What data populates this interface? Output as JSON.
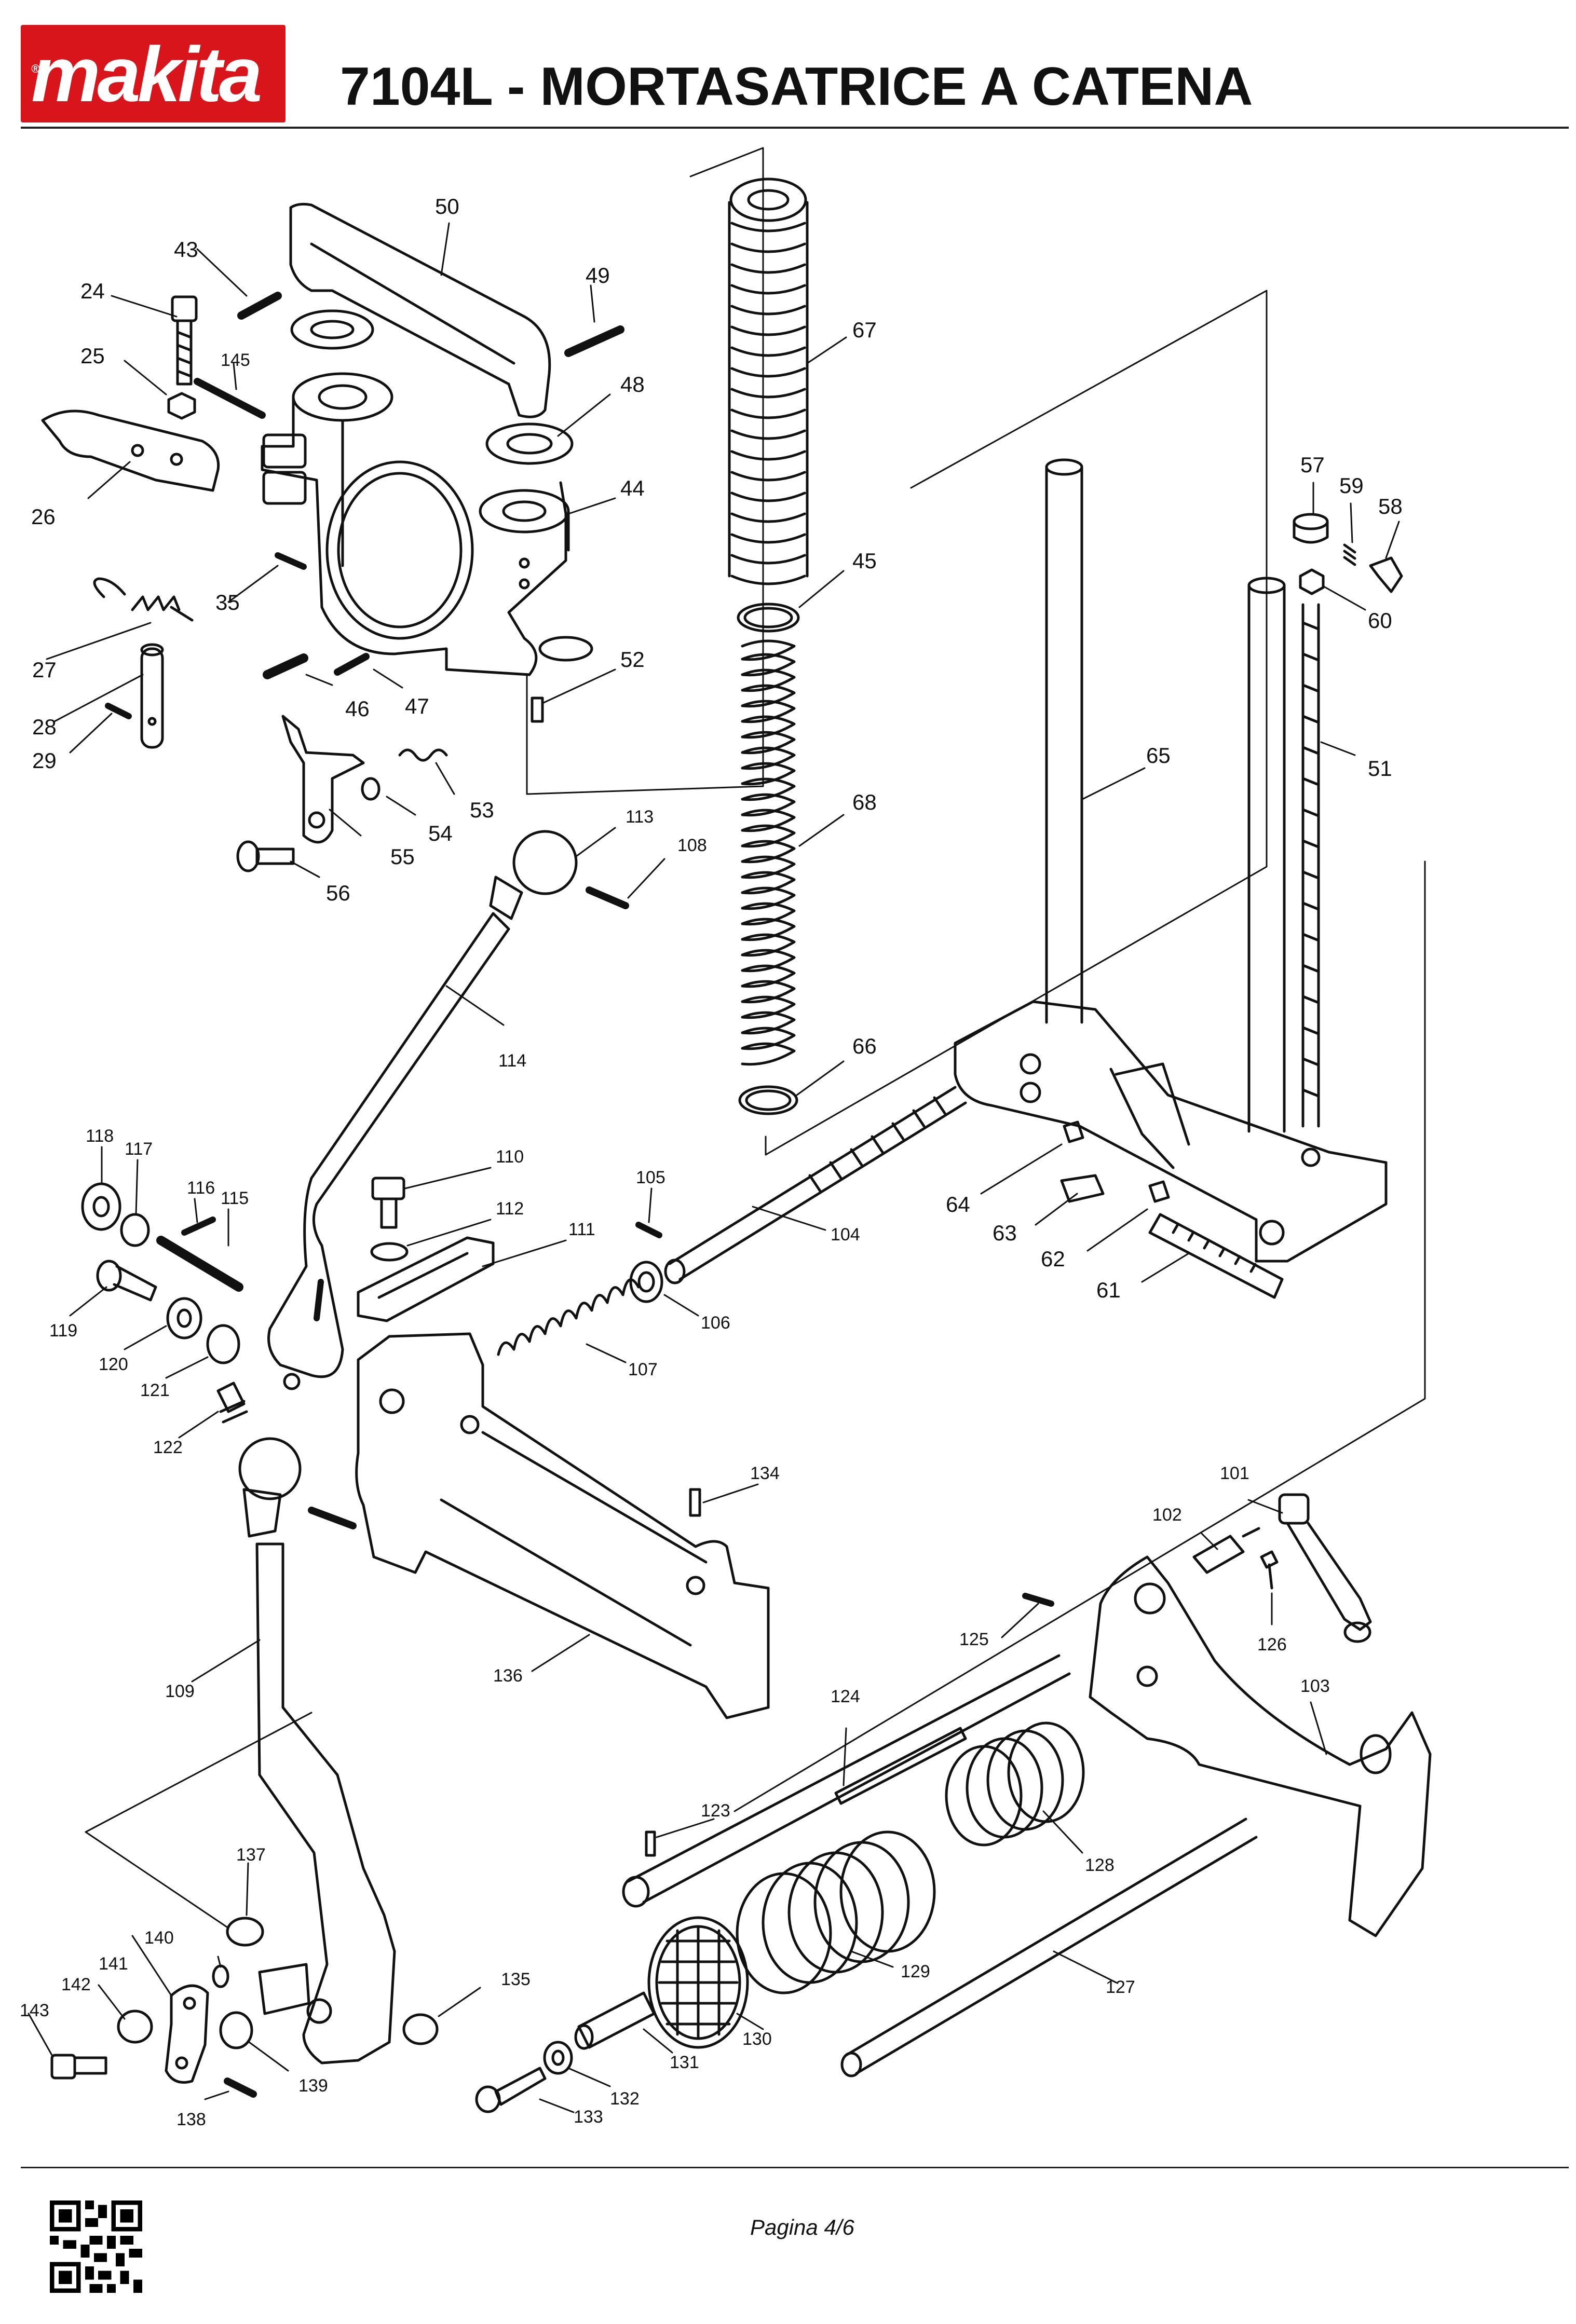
{
  "brand": "makita",
  "title": "7104L - MORTASATRICE A CATENA",
  "footer": "Pagina 4/6",
  "colors": {
    "brand_red": "#d7151b",
    "line": "#111111"
  },
  "part_labels": [
    "50",
    "43",
    "49",
    "24",
    "25",
    "145",
    "48",
    "26",
    "44",
    "35",
    "27",
    "46",
    "47",
    "52",
    "28",
    "29",
    "53",
    "54",
    "55",
    "56",
    "113",
    "108",
    "114",
    "67",
    "45",
    "68",
    "66",
    "57",
    "59",
    "58",
    "60",
    "65",
    "51",
    "118",
    "117",
    "116",
    "115",
    "110",
    "112",
    "111",
    "105",
    "104",
    "106",
    "107",
    "119",
    "120",
    "121",
    "122",
    "64",
    "63",
    "62",
    "61",
    "134",
    "101",
    "102",
    "125",
    "126",
    "109",
    "136",
    "124",
    "103",
    "123",
    "128",
    "137",
    "140",
    "141",
    "142",
    "143",
    "135",
    "129",
    "127",
    "130",
    "131",
    "132",
    "133",
    "138",
    "139"
  ]
}
